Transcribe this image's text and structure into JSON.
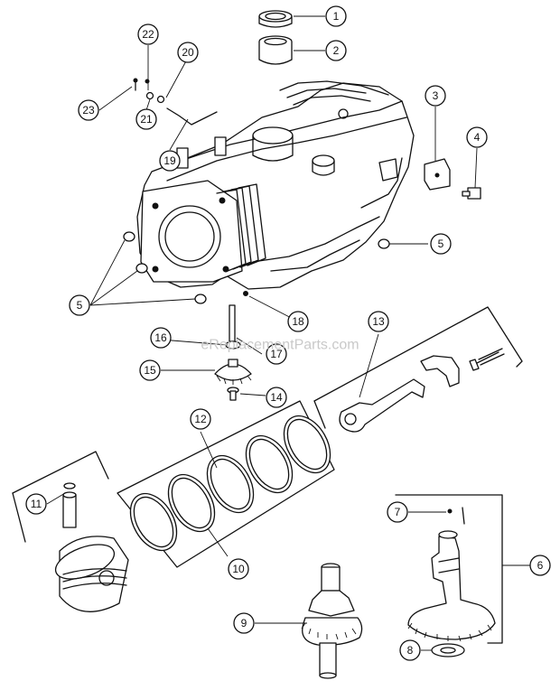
{
  "watermark": "eReplacementParts.com",
  "callouts": [
    "1",
    "2",
    "3",
    "4",
    "5",
    "5",
    "6",
    "7",
    "8",
    "9",
    "10",
    "11",
    "12",
    "13",
    "14",
    "15",
    "16",
    "17",
    "18",
    "19",
    "20",
    "21",
    "22",
    "23"
  ],
  "colors": {
    "ink": "#111111",
    "paper": "#ffffff",
    "watermark": "#c9c9c9"
  }
}
